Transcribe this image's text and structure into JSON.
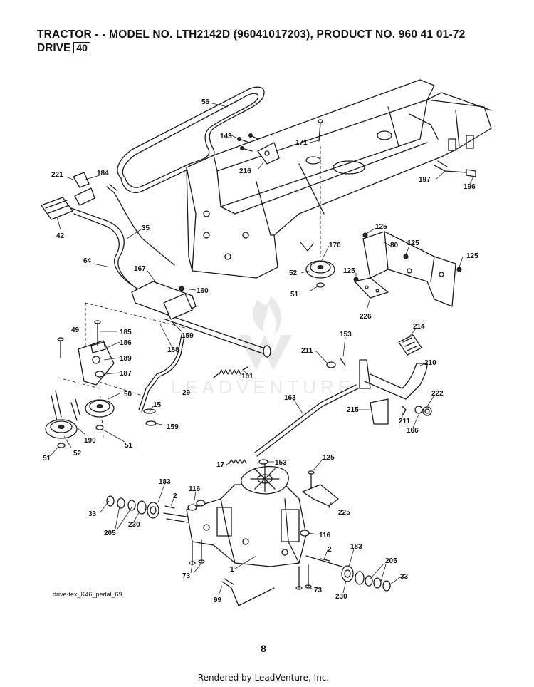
{
  "header": {
    "title": "TRACTOR - - MODEL NO. LTH2142D  (96041017203), PRODUCT NO. 960 41 01-72",
    "section": "DRIVE",
    "section_number": "40"
  },
  "callouts": [
    {
      "id": "56",
      "text": "56"
    },
    {
      "id": "143",
      "text": "143"
    },
    {
      "id": "171",
      "text": "171"
    },
    {
      "id": "216",
      "text": "216"
    },
    {
      "id": "221",
      "text": "221"
    },
    {
      "id": "184",
      "text": "184"
    },
    {
      "id": "42",
      "text": "42"
    },
    {
      "id": "35",
      "text": "35"
    },
    {
      "id": "64",
      "text": "64"
    },
    {
      "id": "167",
      "text": "167"
    },
    {
      "id": "160",
      "text": "160"
    },
    {
      "id": "159a",
      "text": "159"
    },
    {
      "id": "188",
      "text": "188"
    },
    {
      "id": "49",
      "text": "49"
    },
    {
      "id": "185",
      "text": "185"
    },
    {
      "id": "186",
      "text": "186"
    },
    {
      "id": "189",
      "text": "189"
    },
    {
      "id": "187",
      "text": "187"
    },
    {
      "id": "50",
      "text": "50"
    },
    {
      "id": "190",
      "text": "190"
    },
    {
      "id": "52a",
      "text": "52"
    },
    {
      "id": "51a",
      "text": "51"
    },
    {
      "id": "51b",
      "text": "51"
    },
    {
      "id": "29",
      "text": "29"
    },
    {
      "id": "15",
      "text": "15"
    },
    {
      "id": "159b",
      "text": "159"
    },
    {
      "id": "161",
      "text": "161"
    },
    {
      "id": "170",
      "text": "170"
    },
    {
      "id": "52b",
      "text": "52"
    },
    {
      "id": "51c",
      "text": "51"
    },
    {
      "id": "125a",
      "text": "125"
    },
    {
      "id": "80",
      "text": "80"
    },
    {
      "id": "125b",
      "text": "125"
    },
    {
      "id": "125c",
      "text": "125"
    },
    {
      "id": "125d",
      "text": "125"
    },
    {
      "id": "226",
      "text": "226"
    },
    {
      "id": "197",
      "text": "197"
    },
    {
      "id": "196",
      "text": "196"
    },
    {
      "id": "153a",
      "text": "153"
    },
    {
      "id": "211a",
      "text": "211"
    },
    {
      "id": "214",
      "text": "214"
    },
    {
      "id": "210",
      "text": "210"
    },
    {
      "id": "163",
      "text": "163"
    },
    {
      "id": "215",
      "text": "215"
    },
    {
      "id": "211b",
      "text": "211"
    },
    {
      "id": "222",
      "text": "222"
    },
    {
      "id": "166",
      "text": "166"
    },
    {
      "id": "17",
      "text": "17"
    },
    {
      "id": "153b",
      "text": "153"
    },
    {
      "id": "125e",
      "text": "125"
    },
    {
      "id": "183a",
      "text": "183"
    },
    {
      "id": "116a",
      "text": "116"
    },
    {
      "id": "2a",
      "text": "2"
    },
    {
      "id": "33a",
      "text": "33"
    },
    {
      "id": "205a",
      "text": "205"
    },
    {
      "id": "230a",
      "text": "230"
    },
    {
      "id": "225",
      "text": "225"
    },
    {
      "id": "116b",
      "text": "116"
    },
    {
      "id": "2b",
      "text": "2"
    },
    {
      "id": "183b",
      "text": "183"
    },
    {
      "id": "205b",
      "text": "205"
    },
    {
      "id": "33b",
      "text": "33"
    },
    {
      "id": "1",
      "text": "1"
    },
    {
      "id": "73a",
      "text": "73"
    },
    {
      "id": "73b",
      "text": "73"
    },
    {
      "id": "230b",
      "text": "230"
    },
    {
      "id": "99",
      "text": "99"
    }
  ],
  "drawing_code": "drive-tex_K46_pedal_69",
  "page_number": "8",
  "footer": "Rendered by LeadVenture, Inc.",
  "watermark": "LEADVENTURE"
}
